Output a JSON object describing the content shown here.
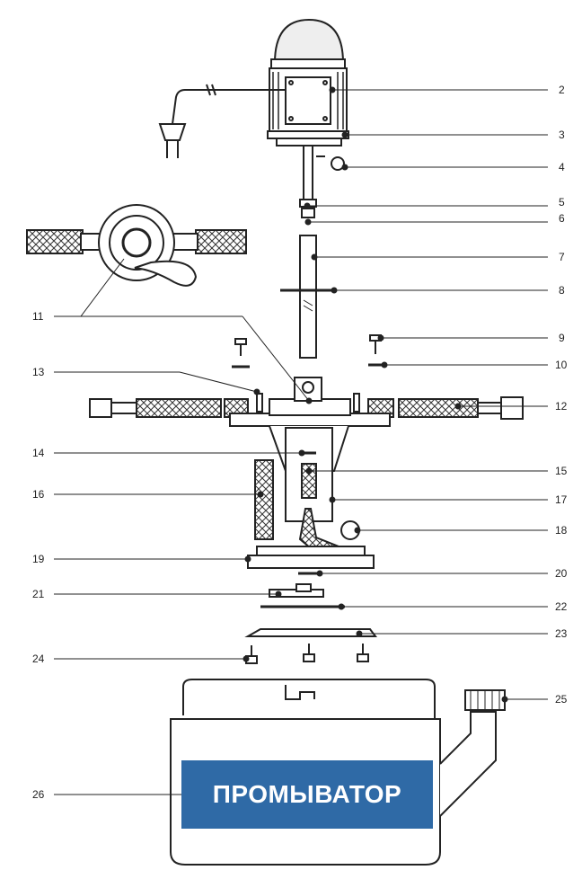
{
  "diagram": {
    "labels_right": [
      "2",
      "3",
      "4",
      "5",
      "6",
      "7",
      "8",
      "9",
      "10",
      "12",
      "15",
      "17",
      "18",
      "20",
      "22",
      "23",
      "25"
    ],
    "labels_left": [
      "11",
      "13",
      "14",
      "16",
      "19",
      "21",
      "24",
      "26"
    ]
  },
  "banner": {
    "text": "ПРОМЫВАТОР",
    "color": "#2f6aa6",
    "text_color": "#ffffff"
  }
}
